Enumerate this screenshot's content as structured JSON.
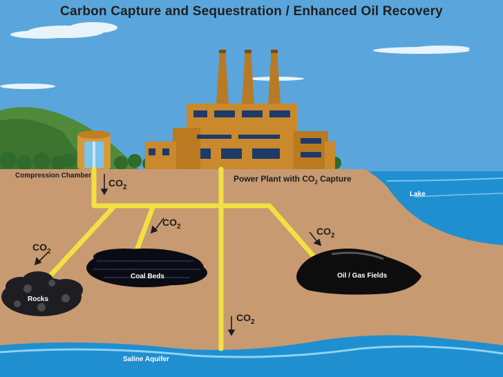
{
  "title": "Carbon Capture and Sequestration / Enhanced Oil Recovery",
  "labels": {
    "compression_chamber": "Compression Chamber",
    "power_plant_prefix": "Power Plant with CO",
    "power_plant_sub": "2",
    "power_plant_suffix": " Capture",
    "lake": "Lake",
    "coal_beds": "Coal Beds",
    "oil_gas_fields": "Oil / Gas Fields",
    "rocks": "Rocks",
    "saline_aquifer": "Saline Aquifer"
  },
  "co2": {
    "text": "CO",
    "sub": "2"
  },
  "colors": {
    "sky": "#5aa6dc",
    "soil": "#c79a72",
    "pipe": "#f1e142",
    "water": "#1f8fd0",
    "plant": "#c9892c"
  }
}
